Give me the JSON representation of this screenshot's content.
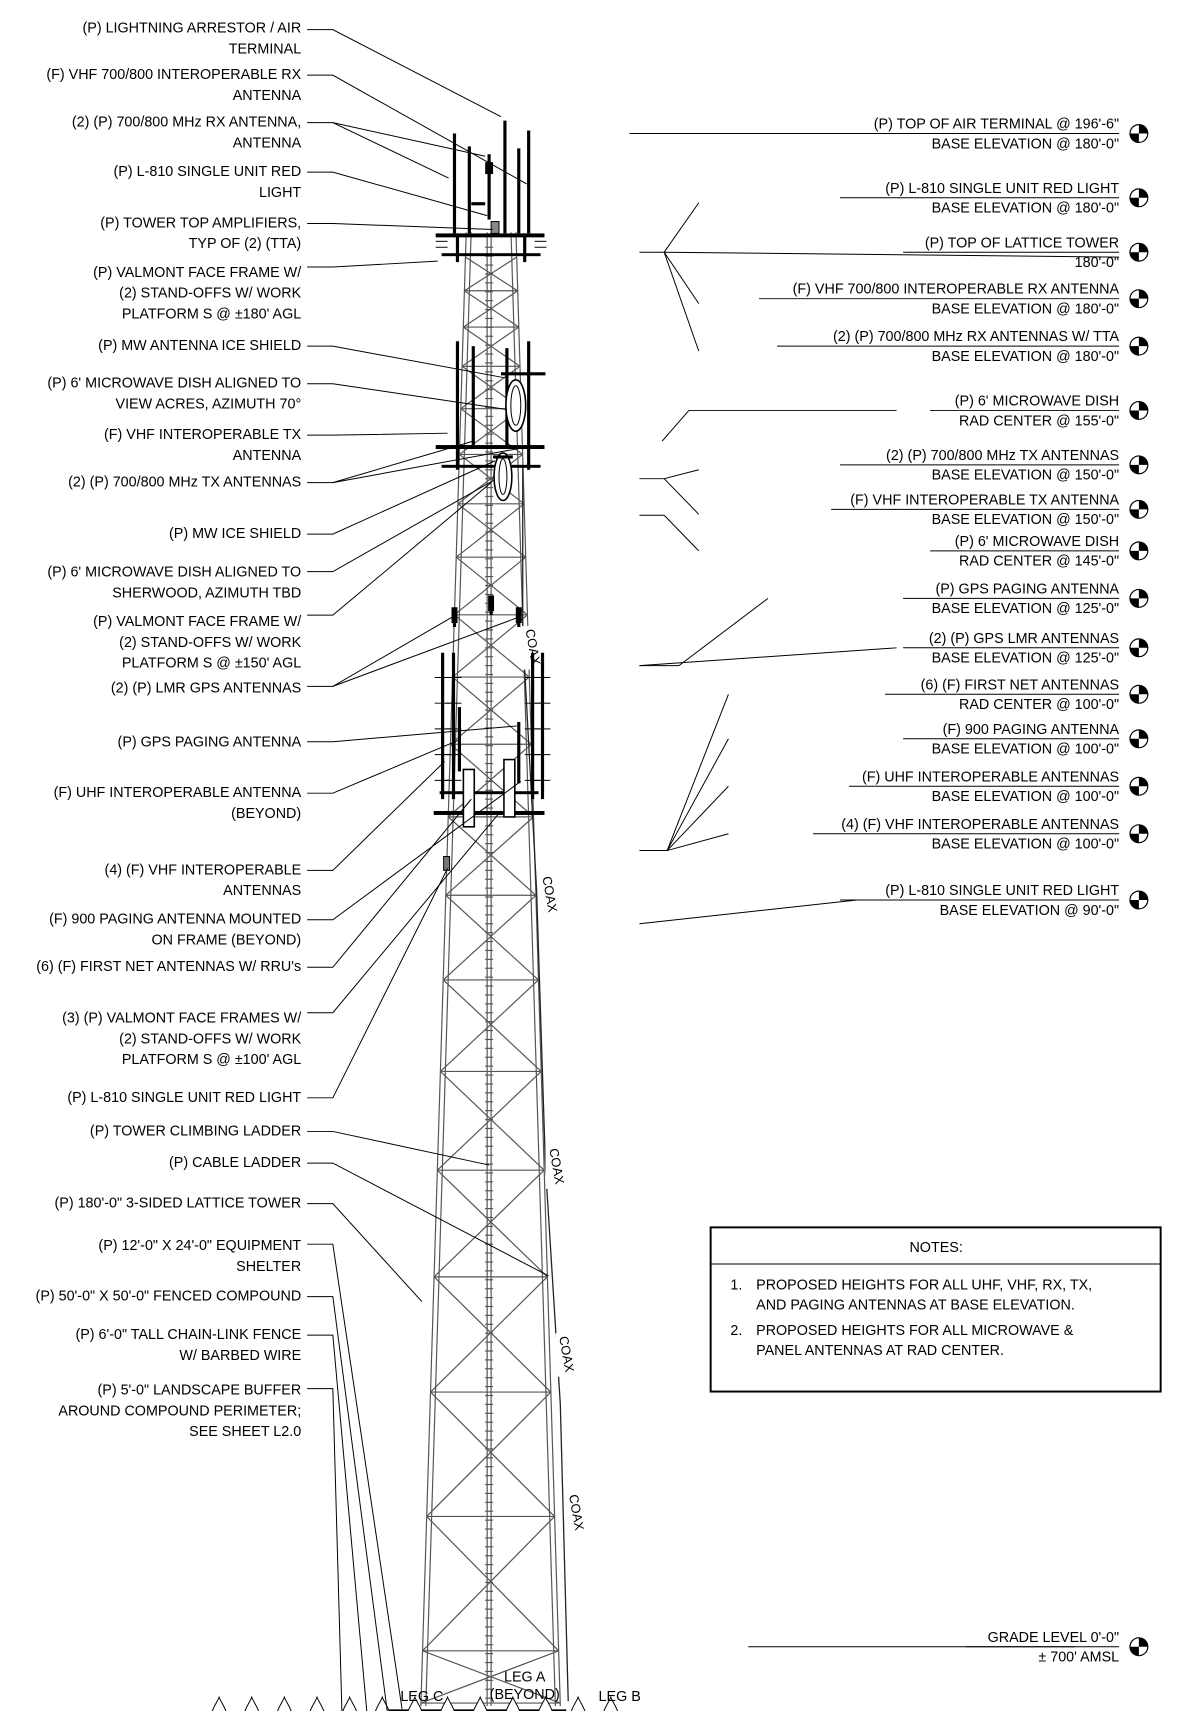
{
  "left_callouts": [
    [
      "(P) LIGHTNING ARRESTOR / AIR",
      "TERMINAL"
    ],
    [
      "(F) VHF 700/800 INTEROPERABLE RX",
      "ANTENNA"
    ],
    [
      "(2) (P) 700/800 MHz RX ANTENNA,",
      "ANTENNA"
    ],
    [
      "(P) L-810 SINGLE UNIT RED",
      "LIGHT"
    ],
    [
      "(P) TOWER TOP AMPLIFIERS,",
      "TYP OF (2) (TTA)"
    ],
    [
      "(P) VALMONT FACE FRAME  W/",
      "(2) STAND-OFFS W/ WORK",
      "PLATFORM S @ ±180' AGL"
    ],
    [
      "(P) MW ANTENNA ICE SHIELD"
    ],
    [
      "(P) 6' MICROWAVE DISH ALIGNED TO",
      "VIEW ACRES, AZIMUTH 70°"
    ],
    [
      "(F) VHF INTEROPERABLE TX",
      "ANTENNA"
    ],
    [
      "(2) (P) 700/800 MHz TX ANTENNAS"
    ],
    [
      "(P) MW ICE SHIELD"
    ],
    [
      "(P) 6' MICROWAVE DISH ALIGNED TO",
      "SHERWOOD, AZIMUTH TBD"
    ],
    [
      "(P) VALMONT FACE FRAME  W/",
      "(2) STAND-OFFS W/ WORK",
      "PLATFORM S @ ±150' AGL"
    ],
    [
      "(2) (P) LMR GPS ANTENNAS"
    ],
    [
      "(P) GPS PAGING ANTENNA"
    ],
    [
      "(F) UHF INTEROPERABLE ANTENNA",
      "(BEYOND)"
    ],
    [
      "(4) (F) VHF INTEROPERABLE",
      "ANTENNAS"
    ],
    [
      "(F) 900 PAGING ANTENNA MOUNTED",
      "ON FRAME (BEYOND)"
    ],
    [
      "(6) (F) FIRST NET ANTENNAS W/ RRU's"
    ],
    [
      "(3) (P) VALMONT FACE FRAMES  W/",
      "(2) STAND-OFFS W/ WORK",
      "PLATFORM S @ ±100' AGL"
    ],
    [
      "(P) L-810 SINGLE UNIT RED LIGHT"
    ],
    [
      "(P) TOWER CLIMBING LADDER"
    ],
    [
      "(P) CABLE LADDER"
    ],
    [
      "(P) 180'-0\" 3-SIDED LATTICE TOWER"
    ],
    [
      "(P) 12'-0\" X 24'-0\" EQUIPMENT",
      "SHELTER"
    ],
    [
      "(P) 50'-0\" X 50'-0\" FENCED COMPOUND"
    ],
    [
      "(P) 6'-0\" TALL CHAIN-LINK FENCE",
      "W/ BARBED WIRE"
    ],
    [
      "(P) 5'-0\" LANDSCAPE BUFFER",
      "AROUND COMPOUND PERIMETER;",
      "SEE SHEET L2.0"
    ]
  ],
  "right_elevations": [
    [
      "(P) TOP OF AIR TERMINAL @ 196'-6\"",
      "BASE ELEVATION @ 180'-0\""
    ],
    [
      "(P) L-810 SINGLE UNIT RED LIGHT",
      "BASE ELEVATION @ 180'-0\""
    ],
    [
      "(P) TOP OF LATTICE TOWER",
      "180'-0\""
    ],
    [
      "(F) VHF 700/800 INTEROPERABLE RX ANTENNA",
      "BASE ELEVATION @ 180'-0\""
    ],
    [
      "(2) (P) 700/800 MHz RX ANTENNAS W/ TTA",
      "BASE ELEVATION @ 180'-0\""
    ],
    [
      "(P) 6' MICROWAVE DISH",
      "RAD CENTER @ 155'-0\""
    ],
    [
      "(2) (P) 700/800 MHz TX ANTENNAS",
      "BASE ELEVATION @ 150'-0\""
    ],
    [
      "(F) VHF INTEROPERABLE TX ANTENNA",
      "BASE ELEVATION @ 150'-0\""
    ],
    [
      "(P) 6' MICROWAVE DISH",
      "RAD CENTER @ 145'-0\""
    ],
    [
      "(P) GPS PAGING ANTENNA",
      "BASE ELEVATION @ 125'-0\""
    ],
    [
      "(2) (P) GPS LMR ANTENNAS",
      "BASE ELEVATION @ 125'-0\""
    ],
    [
      "(6) (F) FIRST NET ANTENNAS",
      "RAD CENTER @ 100'-0\""
    ],
    [
      "(F) 900 PAGING ANTENNA",
      "BASE ELEVATION @ 100'-0\""
    ],
    [
      "(F) UHF INTEROPERABLE ANTENNAS",
      "BASE ELEVATION @ 100'-0\""
    ],
    [
      "(4) (F) VHF INTEROPERABLE ANTENNAS",
      "BASE ELEVATION @ 100'-0\""
    ],
    [
      "(P) L-810 SINGLE UNIT RED LIGHT",
      "BASE ELEVATION @ 90'-0\""
    ],
    [
      "GRADE LEVEL 0'-0\"",
      "± 700' AMSL"
    ]
  ],
  "coax_label": "COAX",
  "legs": {
    "c": "LEG C",
    "a": [
      "LEG A",
      "(BEYOND)"
    ],
    "b": "LEG B"
  },
  "notes": {
    "title": "NOTES:",
    "items": [
      [
        "1.",
        "PROPOSED HEIGHTS FOR ALL UHF, VHF, RX, TX,",
        "AND PAGING ANTENNAS AT BASE ELEVATION."
      ],
      [
        "2.",
        "PROPOSED HEIGHTS FOR ALL MICROWAVE &",
        "PANEL ANTENNAS AT RAD CENTER."
      ]
    ]
  }
}
